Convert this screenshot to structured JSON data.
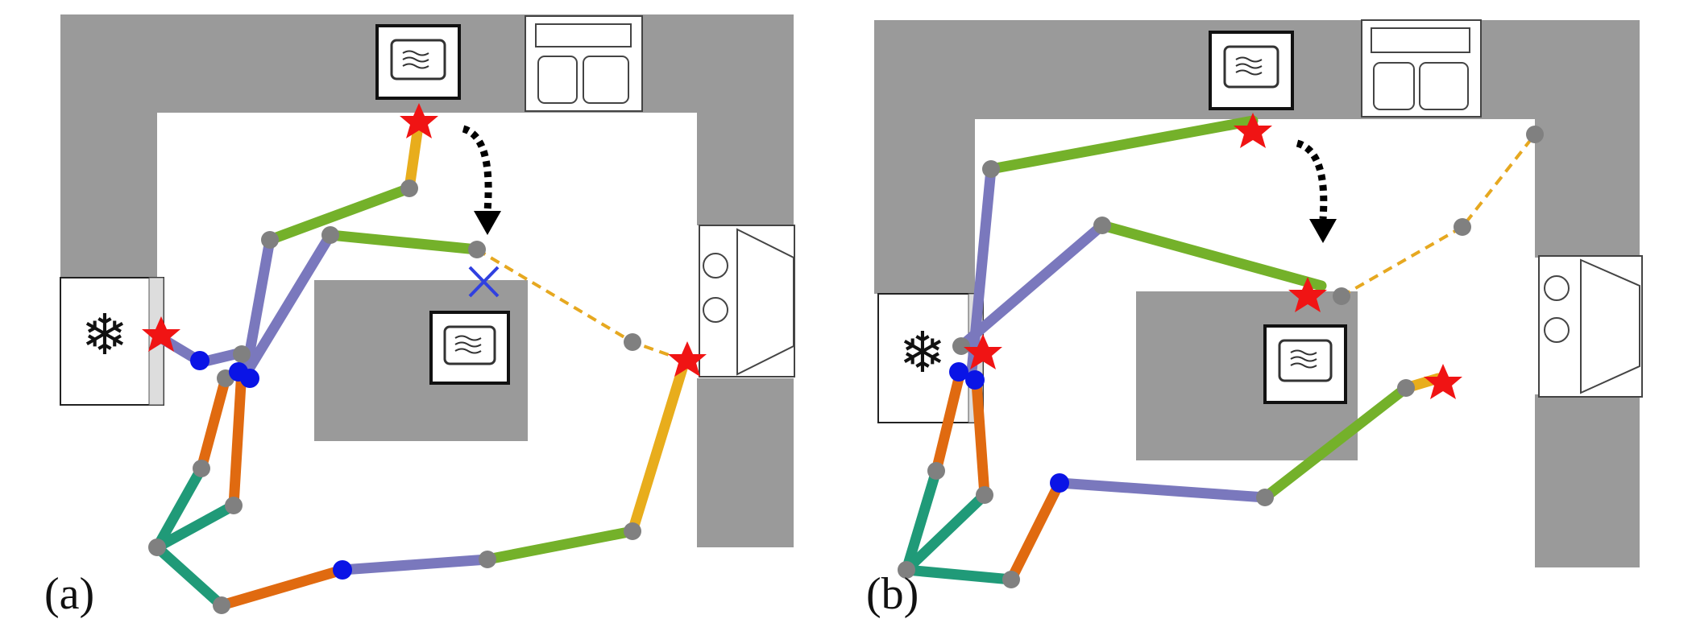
{
  "panels": [
    {
      "id": "a",
      "label": "(a)"
    },
    {
      "id": "b",
      "label": "(b)"
    }
  ],
  "appliances": [
    "refrigerator",
    "microwave",
    "sink",
    "stove",
    "island-microwave"
  ],
  "colors": {
    "counter": "#9a9a9a",
    "floor": "#ffffff",
    "joint": "#808080",
    "highlight_joint": "#0a14e6",
    "goal_star": "#f01414",
    "arrow": "#000000",
    "fail_mark": "#3040e0",
    "segment_colors": [
      "#7a78bd",
      "#74b12a",
      "#e8ad1c",
      "#e06a10",
      "#209a78"
    ],
    "dashed": "#e6a820"
  }
}
